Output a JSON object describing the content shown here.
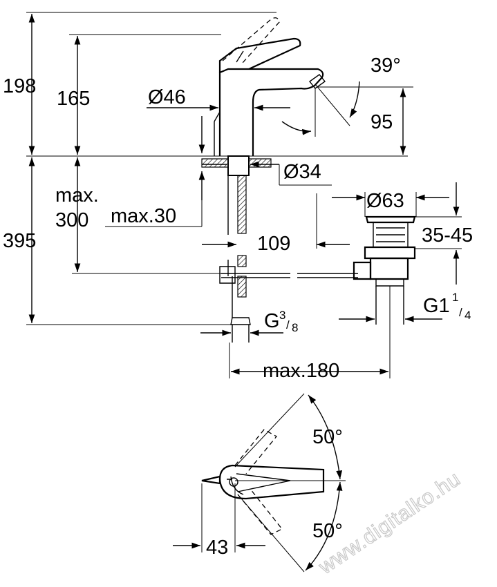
{
  "dimensions": {
    "total_height": "198",
    "spout_height": "165",
    "body_diameter": "Ø46",
    "hole_diameter": "Ø34",
    "lever_angle": "39°",
    "outlet_height": "95",
    "max_300_line1": "max.",
    "max_300_line2": "300",
    "max_deck": "max.30",
    "hose_length": "395",
    "projection": "109",
    "waste_diameter": "Ø63",
    "waste_range": "35-45",
    "waste_thread": "G1",
    "waste_thread_num": "1",
    "waste_thread_den": "4",
    "supply_thread": "G",
    "supply_thread_num": "3",
    "supply_thread_den": "8",
    "max_180": "max.180",
    "rotation_upper": "50°",
    "rotation_lower": "50°",
    "base_offset": "43"
  },
  "watermark": "www.digitalko.hu",
  "colors": {
    "line": "#000000",
    "background": "#ffffff",
    "watermark": "#c8c8c8"
  }
}
